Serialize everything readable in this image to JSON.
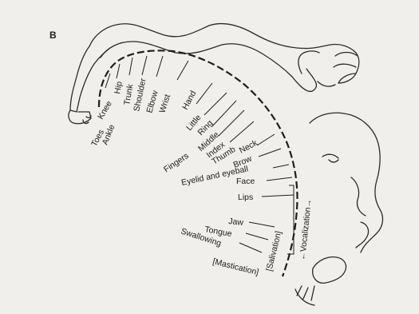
{
  "figure": {
    "panel_label": "B",
    "labels": {
      "toes": "Toes",
      "ankle": "Ankle",
      "knee": "Knee",
      "hip": "Hip",
      "trunk": "Trunk",
      "shoulder": "Shoulder",
      "elbow": "Elbow",
      "wrist": "Wrist",
      "hand": "Hand",
      "little": "Little",
      "ring": "Ring",
      "middle": "Middle",
      "index": "Index",
      "thumb": "Thumb",
      "fingers": "Fingers",
      "neck": "Neck",
      "brow": "Brow",
      "eyelid_eyeball": "Eyelid and eyeball",
      "face": "Face",
      "lips": "Lips",
      "jaw": "Jaw",
      "tongue": "Tongue",
      "swallowing": "Swallowing",
      "mastication": "[Mastication]",
      "salivation": "[Salivation]",
      "vocalization": "←Vocalization→"
    },
    "colors": {
      "ink": "#1e1e1e",
      "paper": "#f1efec"
    }
  }
}
